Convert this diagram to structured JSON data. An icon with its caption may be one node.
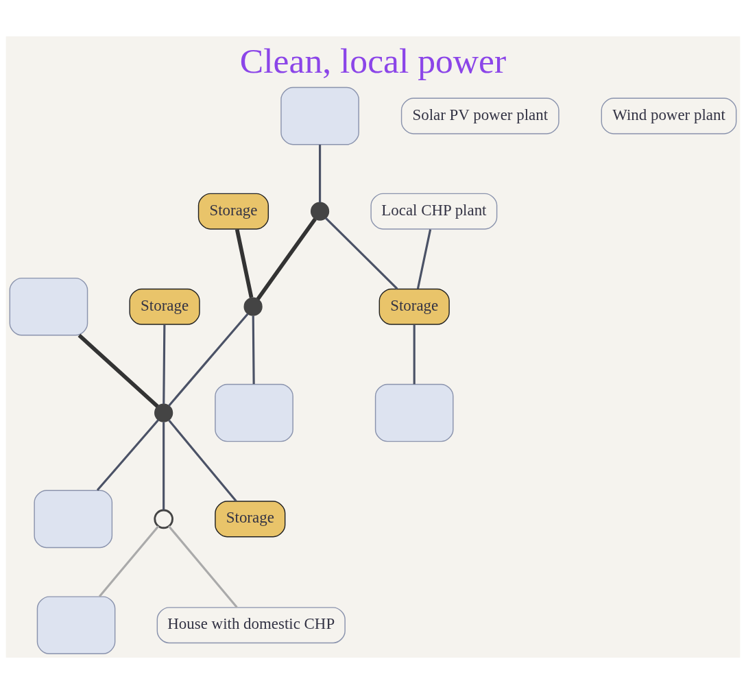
{
  "diagram": {
    "title": "Clean, local power",
    "nodes": [
      {
        "text": [],
        "shape": "box"
      },
      {
        "text": [
          "Solar PV power plant"
        ]
      },
      {
        "text": [],
        "shape": "box"
      },
      {
        "text": [
          "Storage"
        ]
      },
      {
        "text": [
          "Storage"
        ]
      },
      {
        "text": [],
        "shape": "box"
      },
      {
        "text": [],
        "shape": "box"
      },
      {
        "text": [],
        "shape": "circle"
      },
      {
        "text": [],
        "shape": "circle"
      },
      {
        "text": [],
        "shape": "circle"
      },
      {
        "text": [],
        "shape": "circle"
      },
      {
        "text": [
          "Storage"
        ]
      },
      {
        "text": [
          "Storage"
        ]
      },
      {
        "text": [
          "Local CHP plant"
        ]
      },
      {
        "text": [
          "House with domestic CHP"
        ]
      },
      {
        "text": [],
        "shape": "box"
      },
      {
        "text": [],
        "shape": "box"
      },
      {
        "text": [
          "Wind power plant"
        ]
      }
    ],
    "edges": [
      {
        "from": 0,
        "to": 8,
        "arrow": "none",
        "style": "thick",
        "color": "#333333"
      },
      {
        "from": 3,
        "to": 9,
        "arrow": "none",
        "style": "thick",
        "color": "#333333"
      },
      {
        "from": 7,
        "to": 9,
        "arrow": "none",
        "style": "thick",
        "color": "#333333"
      },
      {
        "from": 5,
        "to": 7,
        "arrow": "none"
      },
      {
        "from": 7,
        "to": 11,
        "arrow": "none"
      },
      {
        "from": 13,
        "to": 11,
        "arrow": "none"
      },
      {
        "from": 11,
        "to": 16,
        "arrow": "none"
      },
      {
        "from": 9,
        "to": 8,
        "arrow": "none"
      },
      {
        "from": 9,
        "to": 15,
        "arrow": "none"
      },
      {
        "from": 4,
        "to": 8,
        "arrow": "none"
      },
      {
        "from": 8,
        "to": 2,
        "arrow": "none"
      },
      {
        "from": 8,
        "to": 12,
        "arrow": "none"
      },
      {
        "from": 8,
        "to": 10,
        "arrow": "none"
      },
      {
        "from": 10,
        "to": 6,
        "arrow": "none",
        "color": "#aaaaaa"
      },
      {
        "from": 10,
        "to": 14,
        "arrow": "none",
        "color": "#aaaaaa"
      }
    ]
  }
}
